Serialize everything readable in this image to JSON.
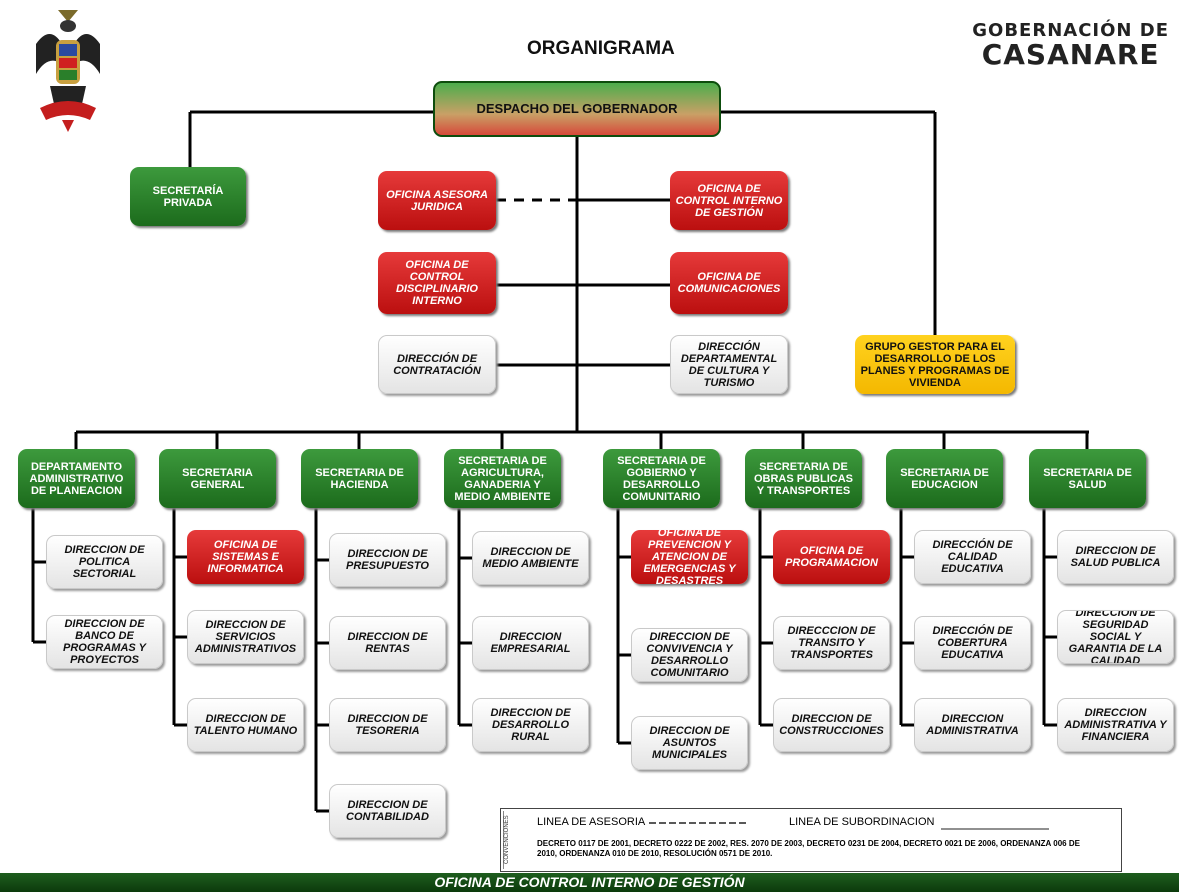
{
  "header": {
    "title": "ORGANIGRAMA",
    "org_line1": "GOBERNACIÓN DE",
    "org_line2": "CASANARE"
  },
  "nodes": {
    "despacho": "DESPACHO DEL GOBERNADOR",
    "secretaria_privada": "SECRETARÍA PRIVADA",
    "oficina_asesora_juridica": "OFICINA ASESORA JURIDICA",
    "oficina_control_interno": "OFICINA DE CONTROL INTERNO DE GESTIÓN",
    "oficina_control_disciplinario": "OFICINA DE CONTROL DISCIPLINARIO INTERNO",
    "oficina_comunicaciones": "OFICINA DE COMUNICACIONES",
    "direccion_contratacion": "DIRECCIÓN DE CONTRATACIÓN",
    "direccion_cultura": "DIRECCIÓN DEPARTAMENTAL DE CULTURA Y TURISMO",
    "grupo_gestor": "GRUPO GESTOR PARA EL DESARROLLO DE LOS PLANES Y PROGRAMAS DE VIVIENDA"
  },
  "secretarias": [
    {
      "label": "DEPARTAMENTO ADMINISTRATIVO DE PLANEACION",
      "children": [
        {
          "label": "DIRECCION DE POLITICA SECTORIAL",
          "type": "white"
        },
        {
          "label": "DIRECCION DE BANCO DE PROGRAMAS Y PROYECTOS",
          "type": "white"
        }
      ]
    },
    {
      "label": "SECRETARIA GENERAL",
      "children": [
        {
          "label": "OFICINA DE SISTEMAS E INFORMATICA",
          "type": "red"
        },
        {
          "label": "DIRECCION DE SERVICIOS ADMINISTRATIVOS",
          "type": "white"
        },
        {
          "label": "DIRECCION DE TALENTO HUMANO",
          "type": "white"
        }
      ]
    },
    {
      "label": "SECRETARIA DE HACIENDA",
      "children": [
        {
          "label": "DIRECCION DE PRESUPUESTO",
          "type": "white"
        },
        {
          "label": "DIRECCION DE RENTAS",
          "type": "white"
        },
        {
          "label": "DIRECCION DE TESORERIA",
          "type": "white"
        },
        {
          "label": "DIRECCION DE CONTABILIDAD",
          "type": "white"
        }
      ]
    },
    {
      "label": "SECRETARIA DE AGRICULTURA, GANADERIA Y MEDIO AMBIENTE",
      "children": [
        {
          "label": "DIRECCION DE MEDIO AMBIENTE",
          "type": "white"
        },
        {
          "label": "DIRECCION EMPRESARIAL",
          "type": "white"
        },
        {
          "label": "DIRECCION DE DESARROLLO RURAL",
          "type": "white"
        }
      ]
    },
    {
      "label": "SECRETARIA DE GOBIERNO Y DESARROLLO COMUNITARIO",
      "children": [
        {
          "label": "OFICINA DE PREVENCION Y ATENCION DE EMERGENCIAS Y DESASTRES",
          "type": "red"
        },
        {
          "label": "DIRECCION DE CONVIVENCIA Y DESARROLLO COMUNITARIO",
          "type": "white"
        },
        {
          "label": "DIRECCION DE ASUNTOS MUNICIPALES",
          "type": "white"
        }
      ]
    },
    {
      "label": "SECRETARIA DE OBRAS PUBLICAS Y TRANSPORTES",
      "children": [
        {
          "label": "OFICINA DE PROGRAMACION",
          "type": "red"
        },
        {
          "label": "DIRECCCION DE TRANSITO Y TRANSPORTES",
          "type": "white"
        },
        {
          "label": "DIRECCION DE CONSTRUCCIONES",
          "type": "white"
        }
      ]
    },
    {
      "label": "SECRETARIA DE EDUCACION",
      "children": [
        {
          "label": "DIRECCIÓN DE CALIDAD EDUCATIVA",
          "type": "white"
        },
        {
          "label": "DIRECCIÓN DE COBERTURA EDUCATIVA",
          "type": "white"
        },
        {
          "label": "DIRECCION ADMINISTRATIVA",
          "type": "white"
        }
      ]
    },
    {
      "label": "SECRETARIA DE SALUD",
      "children": [
        {
          "label": "DIRECCION DE SALUD PUBLICA",
          "type": "white"
        },
        {
          "label": "DIRECCION DE SEGURIDAD SOCIAL Y GARANTIA DE LA CALIDAD",
          "type": "white"
        },
        {
          "label": "DIRECCION ADMINISTRATIVA Y FINANCIERA",
          "type": "white"
        }
      ]
    }
  ],
  "legend": {
    "side_label": "CONVENCIONES",
    "asesoria": "LINEA DE ASESORIA",
    "subordinacion": "LINEA DE SUBORDINACION",
    "decretos": "DECRETO 0117 DE 2001, DECRETO 0222 DE 2002, RES. 2070 DE 2003, DECRETO 0231 DE 2004, DECRETO 0021 DE 2006, ORDENANZA 006 DE 2010, ORDENANZA 010 DE 2010, RESOLUCIÓN 0571 DE 2010."
  },
  "footer": "OFICINA DE CONTROL INTERNO DE GESTIÓN",
  "colors": {
    "green": "#2a7f2a",
    "red": "#d42020",
    "yellow": "#f8c400",
    "footer": "#14461a"
  }
}
